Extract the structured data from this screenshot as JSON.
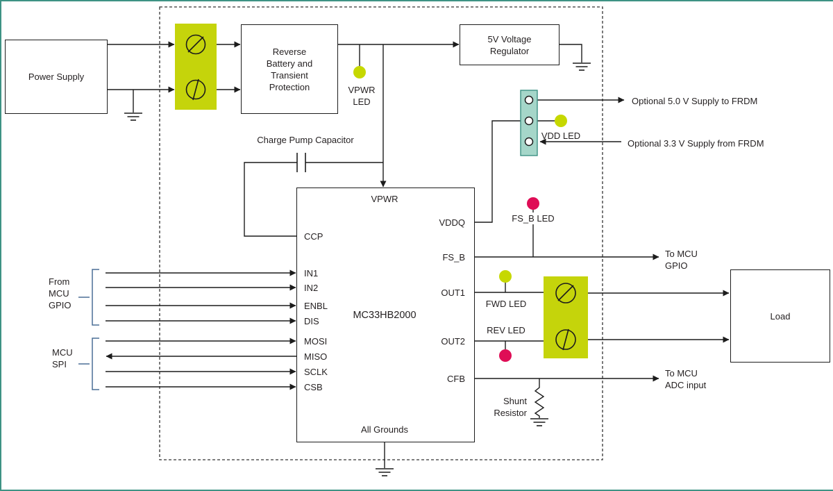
{
  "colors": {
    "frame": "#3e9384",
    "wire": "#1c1c1c",
    "terminal_block": "#c5d40b",
    "jumper_fill": "#a5d6c9",
    "jumper_stroke": "#3c9184",
    "led_green": "#c6d800",
    "led_red": "#df0d56",
    "bracket": "#4a6e96"
  },
  "blocks": {
    "power_supply": "Power Supply",
    "reverse_battery": [
      "Reverse",
      "Battery and",
      "Transient",
      "Protection"
    ],
    "regulator": [
      "5V Voltage",
      "Regulator"
    ],
    "load": "Load"
  },
  "ic": {
    "name": "MC33HB2000",
    "top_pin": "VPWR",
    "bottom_label": "All Grounds",
    "pins_left": [
      "CCP",
      "IN1",
      "IN2",
      "ENBL",
      "DIS",
      "MOSI",
      "MISO",
      "SCLK",
      "CSB"
    ],
    "pins_right": [
      "VDDQ",
      "FS_B",
      "OUT1",
      "OUT2",
      "CFB"
    ]
  },
  "leds": {
    "vpwr": [
      "VPWR",
      "LED"
    ],
    "vdd": "VDD LED",
    "fsb": "FS_B LED",
    "fwd": "FWD LED",
    "rev": "REV LED"
  },
  "annotations": {
    "charge_pump": "Charge Pump Capacitor",
    "shunt": [
      "Shunt",
      "Resistor"
    ],
    "optional_5v": "Optional 5.0 V Supply to FRDM",
    "optional_3v3": "Optional 3.3 V Supply from FRDM",
    "to_mcu_gpio": [
      "To MCU",
      "GPIO"
    ],
    "to_mcu_adc": [
      "To MCU",
      "ADC input"
    ],
    "from_mcu_gpio": [
      "From",
      "MCU",
      "GPIO"
    ],
    "mcu_spi": [
      "MCU",
      "SPI"
    ]
  }
}
